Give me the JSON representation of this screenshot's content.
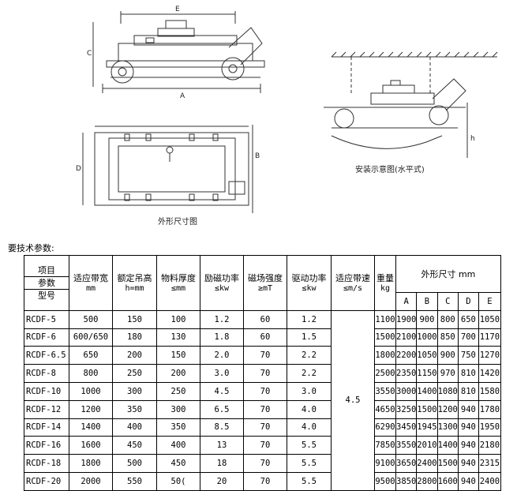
{
  "drawing": {
    "caption_outline": "外形尺寸图",
    "caption_install": "安装示意图(水平式)",
    "dim_labels": [
      "E",
      "C",
      "A",
      "D",
      "B",
      "h"
    ]
  },
  "section_title": "要技术参数:",
  "table": {
    "header": {
      "item": "项目",
      "param": "参数",
      "model": "型号",
      "cols": [
        {
          "label": "适应带宽",
          "unit": "mm"
        },
        {
          "label": "额定吊高",
          "unit": "h=mm"
        },
        {
          "label": "物料厚度",
          "unit": "≤mm"
        },
        {
          "label": "励磁功率",
          "unit": "≤kw"
        },
        {
          "label": "磁场强度",
          "unit": "≥mT"
        },
        {
          "label": "驱动功率",
          "unit": "≤kw"
        },
        {
          "label": "适应带速",
          "unit": "≤m/s"
        },
        {
          "label": "重量",
          "unit": "kg"
        }
      ],
      "dims_title": "外形尺寸 mm",
      "dims": [
        "A",
        "B",
        "C",
        "D",
        "E"
      ]
    },
    "belt_speed": "4.5",
    "rows": [
      [
        "RCDF-5",
        "500",
        "150",
        "100",
        "1.2",
        "60",
        "1.2",
        "1100",
        "1900",
        "900",
        "800",
        "650",
        "1050"
      ],
      [
        "RCDF-6",
        "600/650",
        "180",
        "130",
        "1.8",
        "60",
        "1.5",
        "1500",
        "2100",
        "1000",
        "850",
        "700",
        "1170"
      ],
      [
        "RCDF-6.5",
        "650",
        "200",
        "150",
        "2.0",
        "70",
        "2.2",
        "1800",
        "2200",
        "1050",
        "900",
        "750",
        "1270"
      ],
      [
        "RCDF-8",
        "800",
        "250",
        "200",
        "3.0",
        "70",
        "2.2",
        "2500",
        "2350",
        "1150",
        "970",
        "810",
        "1420"
      ],
      [
        "RCDF-10",
        "1000",
        "300",
        "250",
        "4.5",
        "70",
        "3.0",
        "3550",
        "3000",
        "1400",
        "1080",
        "810",
        "1580"
      ],
      [
        "RCDF-12",
        "1200",
        "350",
        "300",
        "6.5",
        "70",
        "4.0",
        "4650",
        "3250",
        "1500",
        "1200",
        "940",
        "1780"
      ],
      [
        "RCDF-14",
        "1400",
        "400",
        "350",
        "8.5",
        "70",
        "4.0",
        "6290",
        "3450",
        "1945",
        "1300",
        "940",
        "1950"
      ],
      [
        "RCDF-16",
        "1600",
        "450",
        "400",
        "13",
        "70",
        "5.5",
        "7850",
        "3550",
        "2010",
        "1400",
        "940",
        "2180"
      ],
      [
        "RCDF-18",
        "1800",
        "500",
        "450",
        "18",
        "70",
        "5.5",
        "9100",
        "3650",
        "2400",
        "1500",
        "940",
        "2315"
      ],
      [
        "RCDF-20",
        "2000",
        "550",
        "50(",
        "20",
        "70",
        "5.5",
        "9500",
        "3850",
        "2800",
        "1600",
        "940",
        "2400"
      ]
    ]
  }
}
